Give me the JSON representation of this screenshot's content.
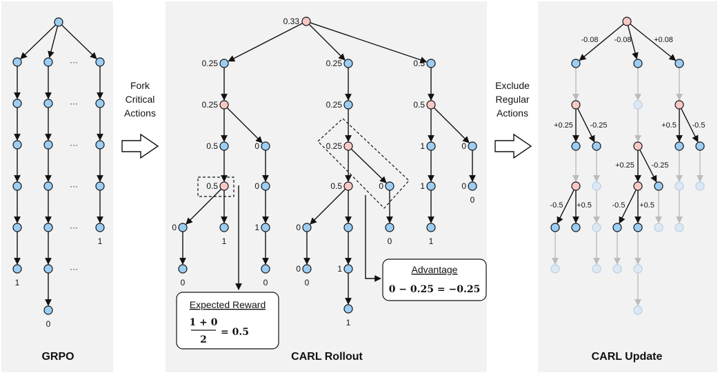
{
  "panels": {
    "grpo": {
      "title": "GRPO"
    },
    "rollout": {
      "title": "CARL Rollout"
    },
    "update": {
      "title": "CARL Update"
    }
  },
  "arrows": {
    "fork": {
      "line1": "Fork",
      "line2": "Critical",
      "line3": "Actions"
    },
    "exclude": {
      "line1": "Exclude",
      "line2": "Regular",
      "line3": "Actions"
    }
  },
  "grpo_tree": {
    "ellipsis": "···",
    "rewards": {
      "path1": "1",
      "path2": "0",
      "path3": "1"
    }
  },
  "rollout_tree": {
    "root": "0.33",
    "l1": [
      "0.25",
      "0.25",
      "0.5"
    ],
    "l2": [
      "0.25",
      "0.25",
      "0.5"
    ],
    "l3": [
      "0.5",
      "0",
      "0.25",
      "1",
      "0"
    ],
    "l4": [
      "0.5",
      "0",
      "0.5",
      "0",
      "1",
      "0"
    ],
    "l5": [
      "0",
      "1",
      "0",
      "0",
      "1"
    ],
    "l6": [
      "0",
      "0",
      "1"
    ],
    "leaf_rewards": [
      "0",
      "1",
      "0",
      "0",
      "1",
      "0",
      "0",
      "1"
    ],
    "expected_box": {
      "title": "Expected Reward",
      "numerator": "1 + 0",
      "denominator": "2",
      "result": "= 0.5"
    },
    "advantage_box": {
      "title": "Advantage",
      "formula": "0 − 0.25 = −0.25"
    }
  },
  "update_tree": {
    "top": [
      "-0.08",
      "-0.08",
      "+0.08"
    ],
    "mid_left": [
      "+0.25",
      "-0.25"
    ],
    "mid_center": [
      "+0.25",
      "-0.25"
    ],
    "mid_right": [
      "+0.5",
      "-0.5"
    ],
    "low_left": [
      "-0.5",
      "+0.5"
    ],
    "low_center": [
      "-0.5",
      "+0.5"
    ]
  },
  "colors": {
    "panel_bg": "#f2f2f2",
    "node_blue": "#9ccdf3",
    "node_pink": "#f7c8c6",
    "node_faded": "#dce9f5",
    "edge_faded": "#bbbbbb"
  }
}
